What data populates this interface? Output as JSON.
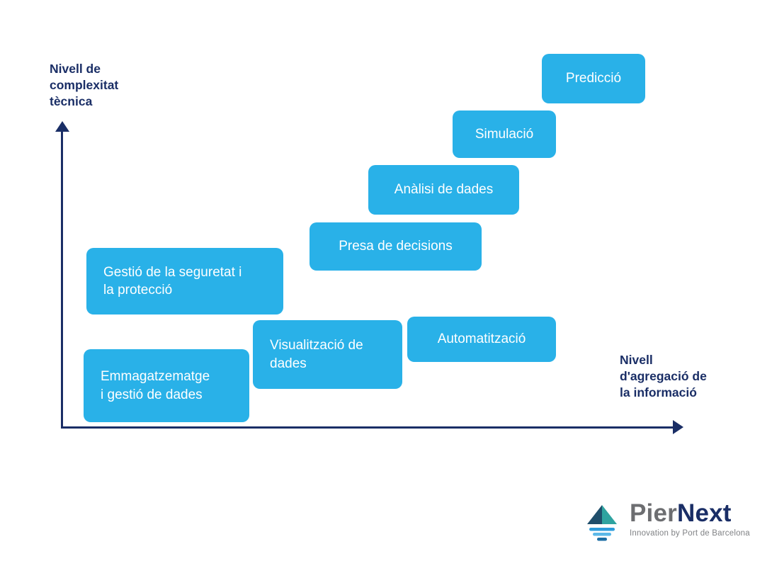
{
  "y_axis": {
    "label": "Nivell de\ncomplexitat\ntècnica"
  },
  "x_axis": {
    "label": "Nivell\nd'agregació de\nla informació"
  },
  "boxes": [
    {
      "id": "prediccio",
      "label": "Predicció"
    },
    {
      "id": "simulacio",
      "label": "Simulació"
    },
    {
      "id": "analisi-de-dades",
      "label": "Anàlisi de dades"
    },
    {
      "id": "presa-de-decisions",
      "label": "Presa de decisions"
    },
    {
      "id": "gestio-seguretat",
      "label": "Gestió de la seguretat i\nla protecció"
    },
    {
      "id": "automatitzacio",
      "label": "Automatització"
    },
    {
      "id": "visualitzacio",
      "label": "Visualització de\ndades"
    },
    {
      "id": "emmagatzematge",
      "label": "Emmagatzematge\ni gestió de dades"
    }
  ],
  "logo": {
    "brand_part1": "Pier",
    "brand_part2": "Next",
    "tagline": "Innovation by Port de Barcelona"
  },
  "colors": {
    "box_fill": "#29b1e8",
    "box_text": "#ffffff",
    "axis_navy": "#1a2e66",
    "brand_gray": "#6d6e71",
    "brand_navy": "#1a2e66",
    "logo_triangle_left": "#1f4e6b",
    "logo_triangle_right": "#2fa3a0",
    "logo_wave_blue": "#2d9cdb"
  }
}
